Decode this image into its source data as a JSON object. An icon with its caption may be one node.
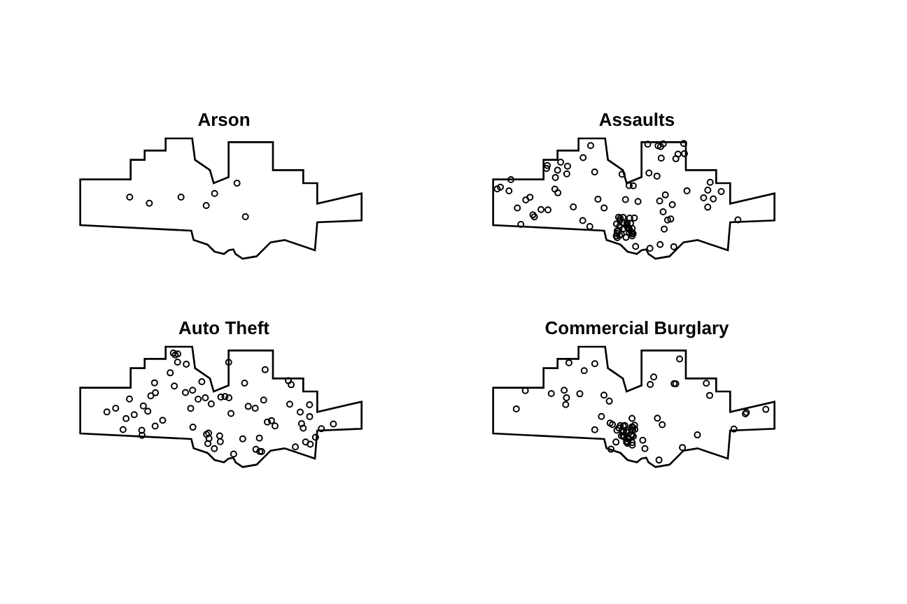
{
  "diagram": {
    "labels": [
      "Arson",
      "Assaults",
      "Auto Theft",
      "Commercial Burglary"
    ]
  }
}
